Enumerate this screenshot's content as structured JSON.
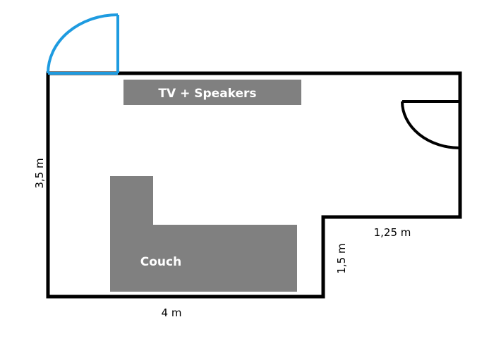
{
  "floor_plan": {
    "furniture": {
      "tv": {
        "label": "TV + Speakers"
      },
      "couch": {
        "label": "Couch"
      }
    },
    "dimensions": {
      "left_wall": "3,5 m",
      "bottom_wall": "4 m",
      "notch_vertical": "1,5 m",
      "notch_horizontal": "1,25 m"
    },
    "colors": {
      "wall": "#000000",
      "furniture": "#808080",
      "entry_door": "#1e9be0",
      "label_text": "#ffffff"
    }
  }
}
